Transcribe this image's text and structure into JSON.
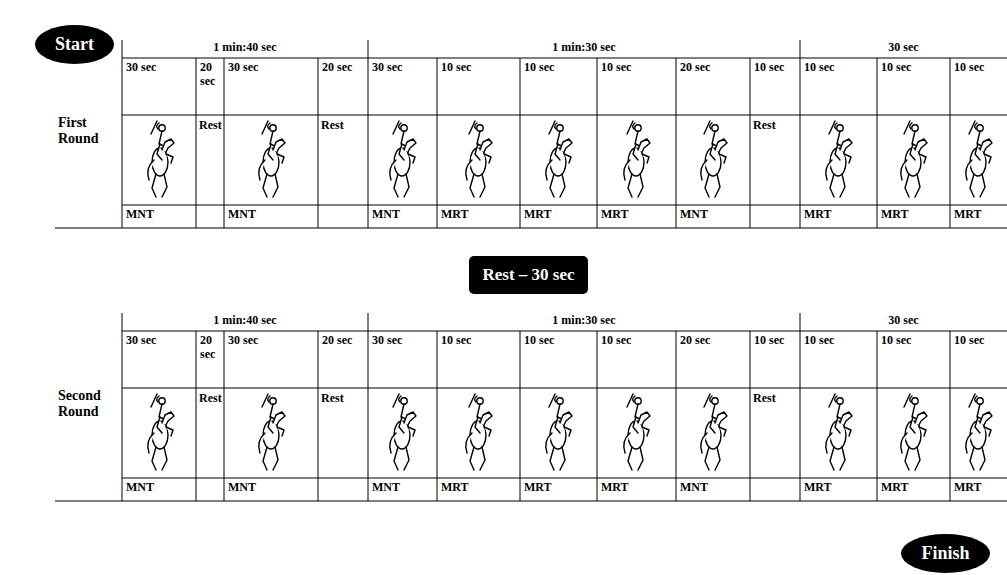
{
  "diagram": {
    "nodes": [
      {
        "text": [
          "Start"
        ]
      },
      {
        "text": [
          "Rest – 30 sec"
        ]
      },
      {
        "text": [
          "Finish"
        ]
      }
    ],
    "labels": [
      "1 min:40 sec",
      "1 min:30 sec",
      "30 sec",
      "30 sec",
      "20 sec",
      "30 sec",
      "20 sec",
      "30 sec",
      "10 sec",
      "10 sec",
      "10 sec",
      "20 sec",
      "10 sec",
      "10 sec",
      "10 sec",
      "10 sec",
      "First Round",
      "Rest",
      "Rest",
      "Rest",
      "MNT",
      "MNT",
      "MNT",
      "MRT",
      "MRT",
      "MRT",
      "MNT",
      "MRT",
      "MRT",
      "MRT",
      "1 min:40 sec",
      "1 min:30 sec",
      "30 sec",
      "30 sec",
      "20 sec",
      "30 sec",
      "20 sec",
      "30 sec",
      "10 sec",
      "10 sec",
      "10 sec",
      "20 sec",
      "10 sec",
      "10 sec",
      "10 sec",
      "10 sec",
      "Second Round",
      "Rest",
      "Rest",
      "Rest",
      "MNT",
      "MNT",
      "MNT",
      "MRT",
      "MRT",
      "MRT",
      "MNT",
      "MRT",
      "MRT",
      "MRT"
    ]
  }
}
